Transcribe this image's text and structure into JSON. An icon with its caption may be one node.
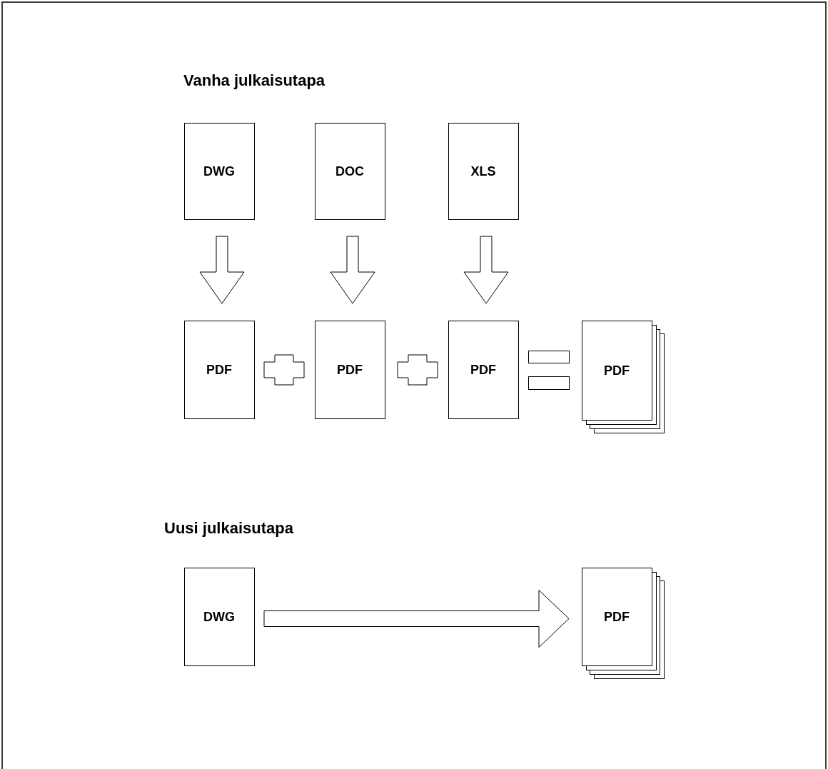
{
  "diagram": {
    "nodes": [
      {
        "text": [
          "DWG"
        ]
      },
      {
        "text": [
          "DOC"
        ]
      },
      {
        "text": [
          "XLS"
        ]
      },
      {
        "text": [
          "PDF"
        ]
      },
      {
        "text": [
          "PDF"
        ]
      },
      {
        "text": [
          "PDF"
        ]
      },
      {
        "text": [
          "PDF"
        ]
      },
      {
        "text": [
          "DWG"
        ]
      },
      {
        "text": [
          "PDF"
        ]
      }
    ],
    "edges": [
      {
        "from": 0,
        "to": 3,
        "arrow": "to"
      },
      {
        "from": 1,
        "to": 4,
        "arrow": "to"
      },
      {
        "from": 2,
        "to": 5,
        "arrow": "to"
      },
      {
        "from": 7,
        "to": 8,
        "arrow": "to"
      }
    ],
    "labels": [
      "Vanha julkaisutapa",
      "Uusi julkaisutapa"
    ]
  }
}
